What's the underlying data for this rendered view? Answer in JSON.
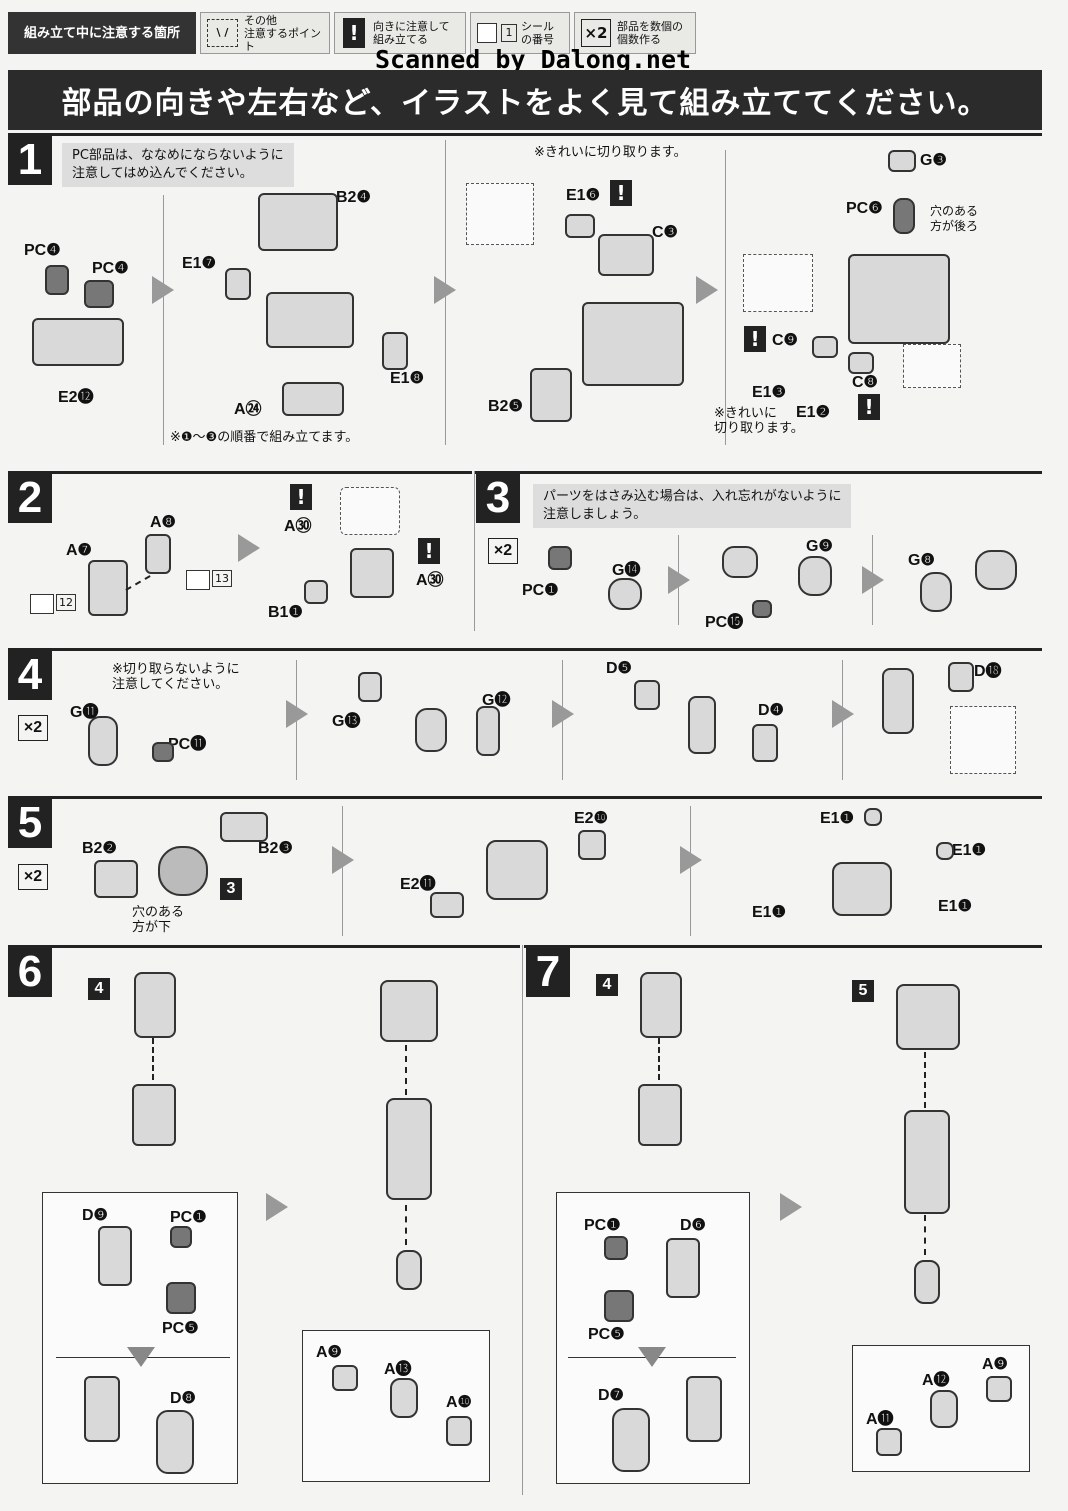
{
  "legend": {
    "main": "組み立て中に注意する箇所",
    "other_icon": "\\ /",
    "other": [
      "その他",
      "注意するポイント"
    ],
    "direction_icon": "!",
    "direction": [
      "向きに注意して",
      "組み立てる"
    ],
    "seal_icon": "1",
    "seal": [
      "シール",
      "の番号"
    ],
    "count_icon": "×2",
    "count": [
      "部品を数個の",
      "個数作る"
    ]
  },
  "watermark": "Scanned by Dalong.net",
  "banner": "部品の向きや左右など、イラストをよく見て組み立ててください。",
  "steps": {
    "s1": {
      "num": "1",
      "note": [
        "PC部品は、ななめにならないように",
        "注意してはめ込んでください。"
      ],
      "labels": [
        "PC❹",
        "PC❹",
        "E2⓬",
        "B2❹",
        "E1❼",
        "E1❽",
        "A㉔",
        "E1❻",
        "C❸",
        "B2❺",
        "G❸",
        "PC❻",
        "C❾",
        "E1❸",
        "E1❷",
        "C❽"
      ],
      "order_note": "※❶～❸の順番で組み立てます。",
      "cut_note": "※きれいに切り取ります。",
      "hole_note": [
        "穴のある",
        "方が後ろ"
      ],
      "cut_note2": [
        "※きれいに",
        "切り取ります。"
      ]
    },
    "s2": {
      "num": "2",
      "labels": [
        "A❼",
        "A❽",
        "A㉚",
        "B1❶",
        "A㉚"
      ],
      "seals": [
        "12",
        "13"
      ]
    },
    "s3": {
      "num": "3",
      "note": [
        "パーツをはさみ込む場合は、入れ忘れがないように",
        "注意しましょう。"
      ],
      "count": "×2",
      "labels": [
        "PC❶",
        "G⓮",
        "G❾",
        "PC⓯",
        "G❽"
      ]
    },
    "s4": {
      "num": "4",
      "count": "×2",
      "note": [
        "※切り取らないように",
        "注意してください。"
      ],
      "labels": [
        "G⓫",
        "PC⓫",
        "G⓭",
        "G⓬",
        "D❺",
        "D❹",
        "D⓲"
      ]
    },
    "s5": {
      "num": "5",
      "count": "×2",
      "labels": [
        "B2❷",
        "B2❸",
        "E2❿",
        "E2⓫",
        "E1❶",
        "E1❶",
        "E1❶",
        "E1❶"
      ],
      "tag": "3",
      "hole_note": [
        "穴のある",
        "方が下"
      ]
    },
    "s6": {
      "num": "6",
      "tag": "4",
      "labels": [
        "D❾",
        "PC❶",
        "PC❺",
        "D❽",
        "A❾",
        "A⓭",
        "A❿"
      ]
    },
    "s7": {
      "num": "7",
      "tag": "4",
      "tag2": "5",
      "labels": [
        "PC❶",
        "D❻",
        "PC❺",
        "D❼",
        "A⓬",
        "A❾",
        "A⓫"
      ]
    }
  }
}
